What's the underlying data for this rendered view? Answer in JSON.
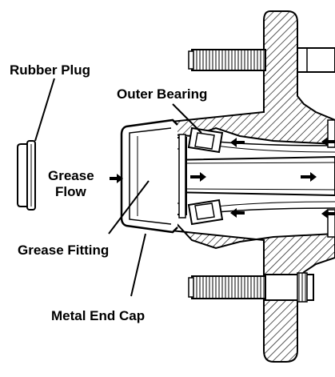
{
  "labels": {
    "rubber_plug": "Rubber Plug",
    "outer_bearing": "Outer Bearing",
    "grease_flow_line1": "Grease",
    "grease_flow_line2": "Flow",
    "grease_fitting": "Grease Fitting",
    "metal_end_cap": "Metal End Cap"
  },
  "colors": {
    "ink": "#000000",
    "paper": "#ffffff"
  }
}
